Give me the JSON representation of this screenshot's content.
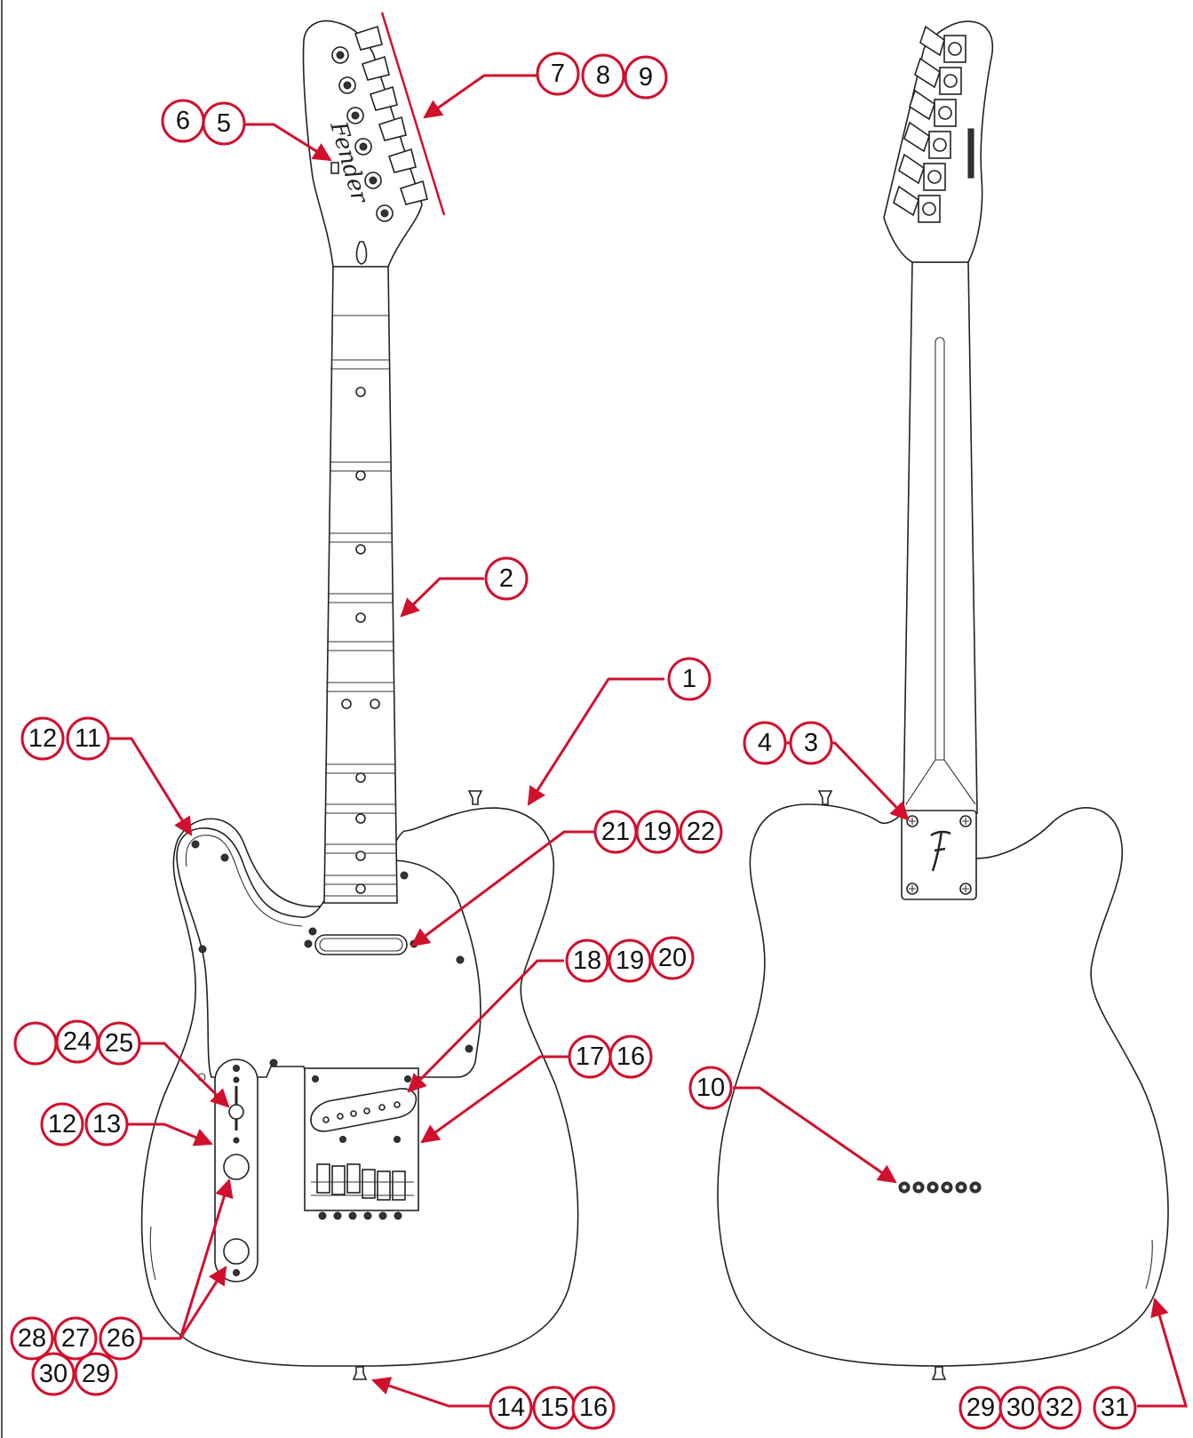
{
  "diagram": {
    "accent_color": "#d0102c",
    "line_color": "#222222",
    "headstock_logo_text": "Fender",
    "callouts": [
      {
        "id": "c1",
        "label": "1"
      },
      {
        "id": "c2",
        "label": "2"
      },
      {
        "id": "c3",
        "label": "3"
      },
      {
        "id": "c4",
        "label": "4"
      },
      {
        "id": "c5",
        "label": "5"
      },
      {
        "id": "c6",
        "label": "6"
      },
      {
        "id": "c7",
        "label": "7"
      },
      {
        "id": "c8",
        "label": "8"
      },
      {
        "id": "c9",
        "label": "9"
      },
      {
        "id": "c10",
        "label": "10"
      },
      {
        "id": "c11",
        "label": "11"
      },
      {
        "id": "c12a",
        "label": "12"
      },
      {
        "id": "c12b",
        "label": "12"
      },
      {
        "id": "c13",
        "label": "13"
      },
      {
        "id": "c14",
        "label": "14"
      },
      {
        "id": "c15",
        "label": "15"
      },
      {
        "id": "c16a",
        "label": "16"
      },
      {
        "id": "c16b",
        "label": "16"
      },
      {
        "id": "c17",
        "label": "17"
      },
      {
        "id": "c18",
        "label": "18"
      },
      {
        "id": "c19a",
        "label": "19"
      },
      {
        "id": "c19b",
        "label": "19"
      },
      {
        "id": "c20",
        "label": "20"
      },
      {
        "id": "c21",
        "label": "21"
      },
      {
        "id": "c22",
        "label": "22"
      },
      {
        "id": "c23",
        "label": ""
      },
      {
        "id": "c24",
        "label": "24"
      },
      {
        "id": "c25",
        "label": "25"
      },
      {
        "id": "c26",
        "label": "26"
      },
      {
        "id": "c27",
        "label": "27"
      },
      {
        "id": "c28",
        "label": "28"
      },
      {
        "id": "c29a",
        "label": "29"
      },
      {
        "id": "c29b",
        "label": "29"
      },
      {
        "id": "c30a",
        "label": "30"
      },
      {
        "id": "c30b",
        "label": "30"
      },
      {
        "id": "c31",
        "label": "31"
      },
      {
        "id": "c32",
        "label": "32"
      }
    ]
  }
}
